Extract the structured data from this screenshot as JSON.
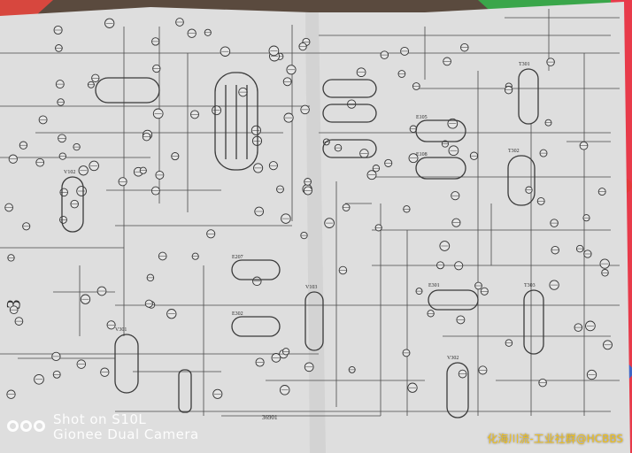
{
  "diagram": {
    "kind": "process flow diagram, hand-drawn on paper",
    "tank_labels": [
      "V102",
      "E105",
      "E108",
      "E207",
      "V103",
      "T301",
      "T302",
      "E301",
      "V301",
      "T303",
      "V302",
      "E302"
    ],
    "bottom_note": "36901",
    "margin_mark": "3"
  },
  "watermark": {
    "camera_line1": "Shot on S10L",
    "camera_line2": "Gionee Dual Camera",
    "source": "化海川流-工业社群@HCBBS"
  },
  "colors": {
    "paper": "#dedede",
    "ink": "#3a3a3a",
    "watermark_text": "#ffffff",
    "source_text": "#f2c11a"
  }
}
